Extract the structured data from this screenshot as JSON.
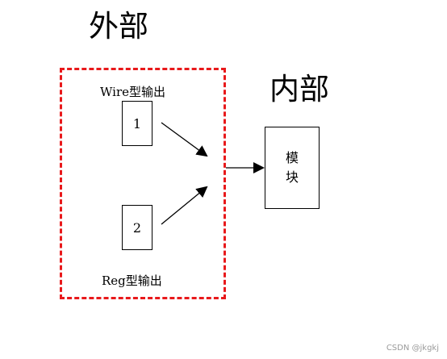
{
  "diagram": {
    "outer_title": "外部",
    "inner_title": "内部",
    "wire_label": "Wire型输出",
    "reg_label": "Reg型输出",
    "source_1": "1",
    "source_2": "2",
    "module_line1": "模",
    "module_line2": "块"
  },
  "colors": {
    "dashed_border": "#e8191b",
    "stroke": "#000000"
  },
  "watermark": "CSDN @jkgkj"
}
